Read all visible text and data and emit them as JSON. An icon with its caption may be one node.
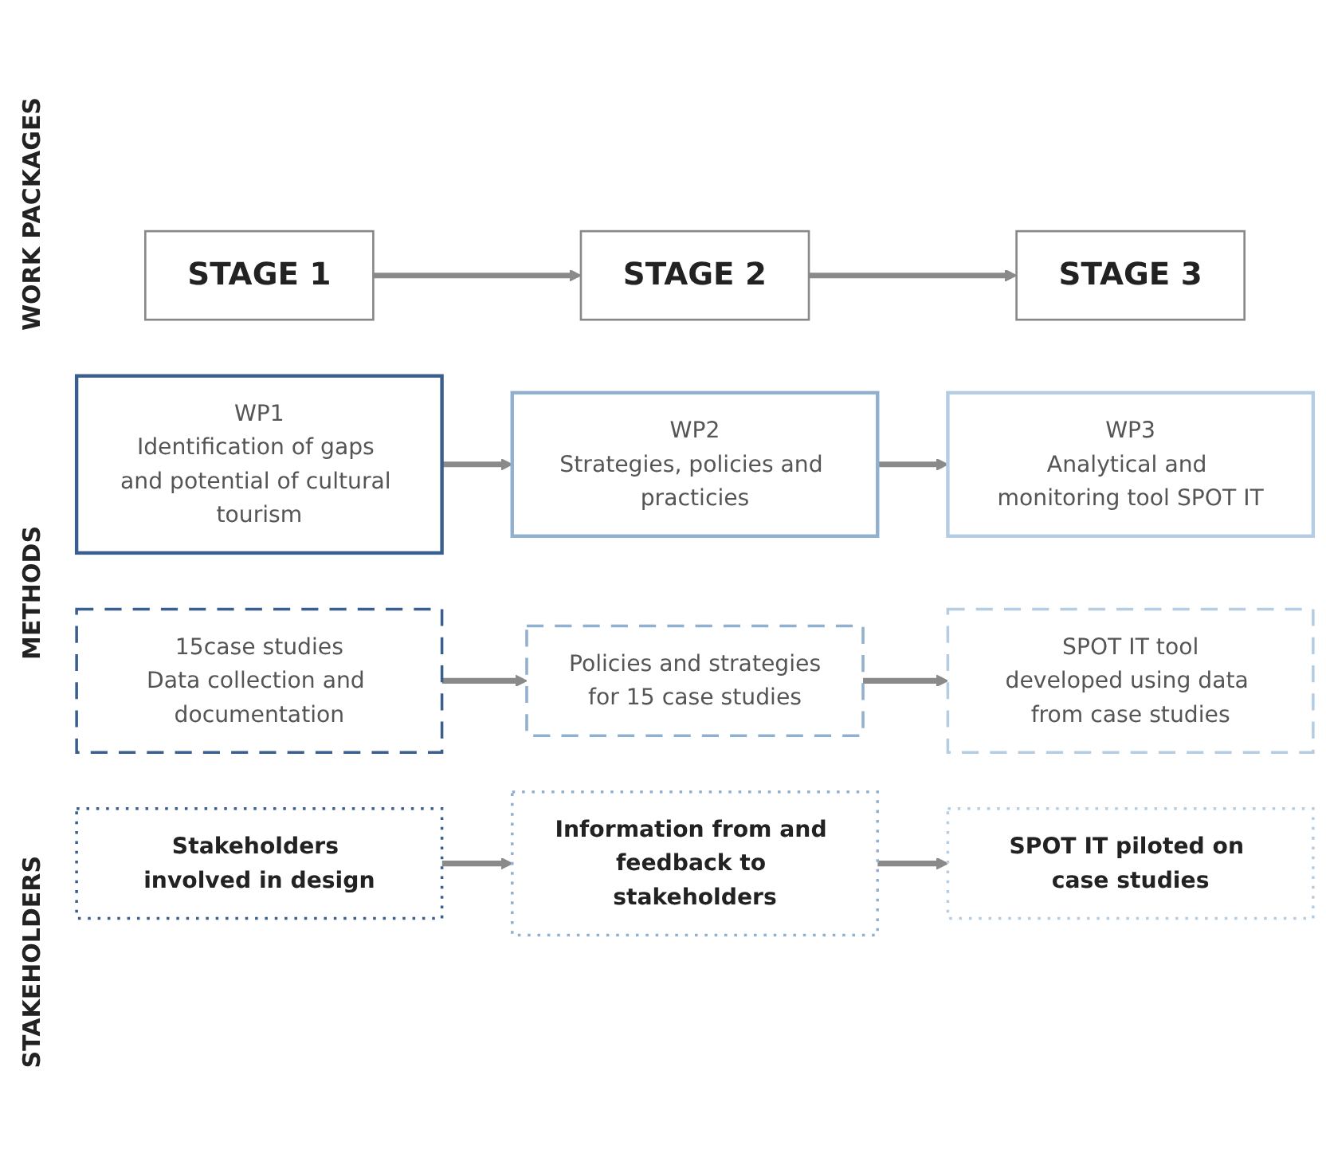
{
  "diagram": {
    "nodes": [
      {
        "text": [
          "STAGE 1"
        ]
      },
      {
        "text": [
          "STAGE 2"
        ]
      },
      {
        "text": [
          "STAGE 3"
        ]
      },
      {
        "text": [
          "WP1",
          "Identification of gaps and potential of cultural tourism"
        ]
      },
      {
        "text": [
          "WP2",
          "Strategies, policies and practicies"
        ]
      },
      {
        "text": [
          "WP3",
          "Analytical and monitoring tool SPOT IT"
        ]
      },
      {
        "text": [
          "15case studies",
          "Data collection and documentation"
        ]
      },
      {
        "text": [
          "Policies and strategies",
          "for 15 case studies"
        ]
      },
      {
        "text": [
          "SPOT IT tool",
          "developed using data from case studies"
        ]
      },
      {
        "text": [
          "Stakeholders involved in design"
        ]
      },
      {
        "text": [
          "Information from and feedback to stakeholders"
        ]
      },
      {
        "text": [
          "SPOT IT piloted on case studies"
        ]
      }
    ],
    "edges": [
      {
        "from": 0,
        "to": 1,
        "arrow": "to"
      },
      {
        "from": 1,
        "to": 2,
        "arrow": "to"
      },
      {
        "from": 3,
        "to": 4,
        "arrow": "to"
      },
      {
        "from": 4,
        "to": 5,
        "arrow": "to"
      },
      {
        "from": 6,
        "to": 7,
        "arrow": "to"
      },
      {
        "from": 7,
        "to": 8,
        "arrow": "to"
      },
      {
        "from": 9,
        "to": 10,
        "arrow": "to"
      },
      {
        "from": 10,
        "to": 11,
        "arrow": "to"
      }
    ],
    "labels": [
      "WORK PACKAGES",
      "METHODS",
      "STAKEHOLDERS"
    ]
  }
}
